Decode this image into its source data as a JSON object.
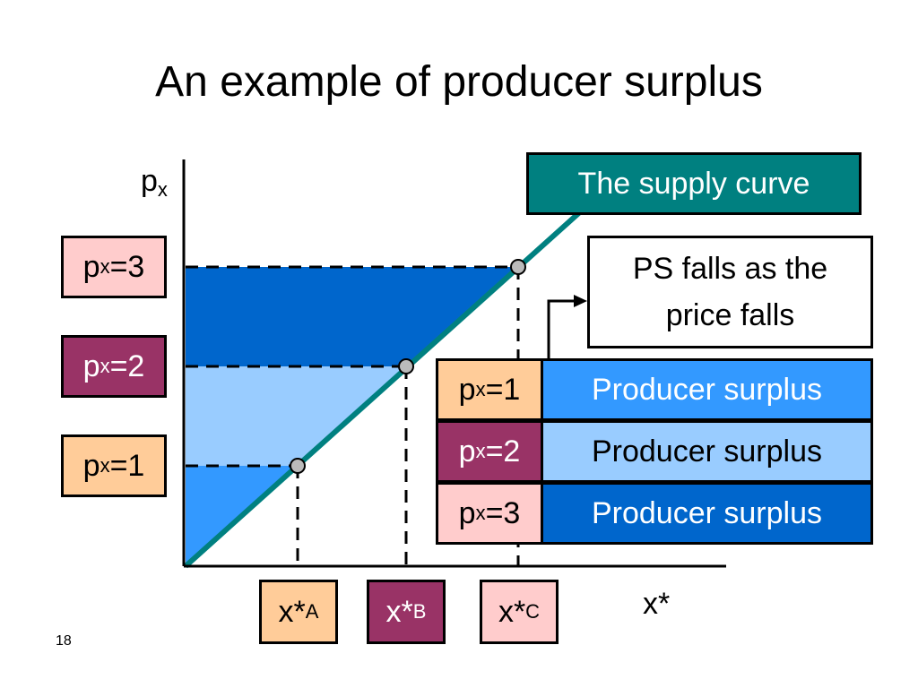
{
  "title": "An example of producer surplus",
  "page_number": "18",
  "axes": {
    "y_label_main": "p",
    "y_label_sub": "x",
    "x_label": "x*"
  },
  "supply_curve_label": "The supply curve",
  "note": "PS falls as the price falls",
  "price_levels": [
    {
      "main": "p",
      "sub": "x",
      "value": "=3",
      "color": "#FFCCCC"
    },
    {
      "main": "p",
      "sub": "x",
      "value": "=2",
      "color": "#993366"
    },
    {
      "main": "p",
      "sub": "x",
      "value": "=1",
      "color": "#FFCC99"
    }
  ],
  "quantities": [
    {
      "main": "x*",
      "sub": "A",
      "color": "#FFCC99"
    },
    {
      "main": "x*",
      "sub": "B",
      "color": "#993366"
    },
    {
      "main": "x*",
      "sub": "C",
      "color": "#FFCCCC"
    }
  ],
  "legend": [
    {
      "price_main": "p",
      "price_sub": "x",
      "price_value": "=1",
      "price_color": "#FFCC99",
      "label": "Producer surplus",
      "color": "#3399FF"
    },
    {
      "price_main": "p",
      "price_sub": "x",
      "price_value": "=2",
      "price_color": "#993366",
      "label": "Producer surplus",
      "color": "#99CCFF"
    },
    {
      "price_main": "p",
      "price_sub": "x",
      "price_value": "=3",
      "price_color": "#FFCCCC",
      "label": "Producer surplus",
      "color": "#0066CC"
    }
  ],
  "colors": {
    "supply_line": "#008080",
    "supply_label_bg": "#008080",
    "axis": "#000000"
  }
}
